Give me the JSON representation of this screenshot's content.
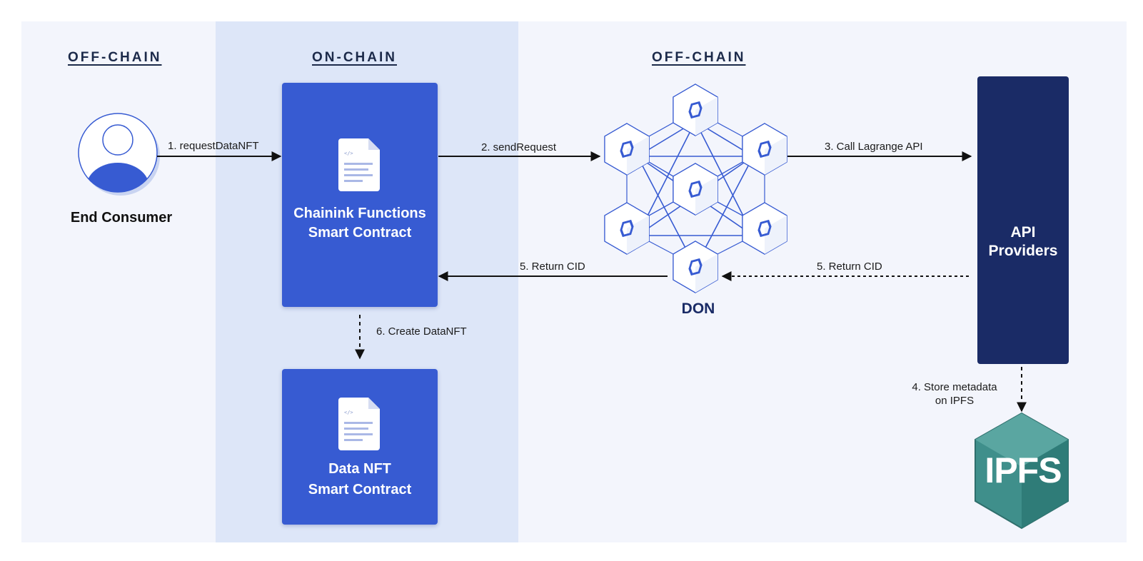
{
  "sections": {
    "offchain_left": "OFF-CHAIN",
    "onchain": "ON-CHAIN",
    "offchain_right": "OFF-CHAIN"
  },
  "nodes": {
    "end_consumer": "End Consumer",
    "functions_contract_line1": "Chainink Functions",
    "functions_contract_line2": "Smart Contract",
    "data_nft_line1": "Data NFT",
    "data_nft_line2": "Smart Contract",
    "don": "DON",
    "api_line1": "API",
    "api_line2": "Providers",
    "ipfs": "IPFS"
  },
  "edges": {
    "e1": "1. requestDataNFT",
    "e2": "2. sendRequest",
    "e3": "3. Call Lagrange API",
    "e4_line1": "4. Store metadata",
    "e4_line2": "on IPFS",
    "e5_left": "5.  Return CID",
    "e5_right": "5.  Return CID",
    "e6": "6. Create DataNFT"
  },
  "colors": {
    "contract_blue": "#375bd2",
    "api_navy": "#1a2b66",
    "ipfs_teal": "#3f8f8b",
    "onchain_band": "#dde6f8",
    "canvas_bg": "#f3f5fc"
  }
}
